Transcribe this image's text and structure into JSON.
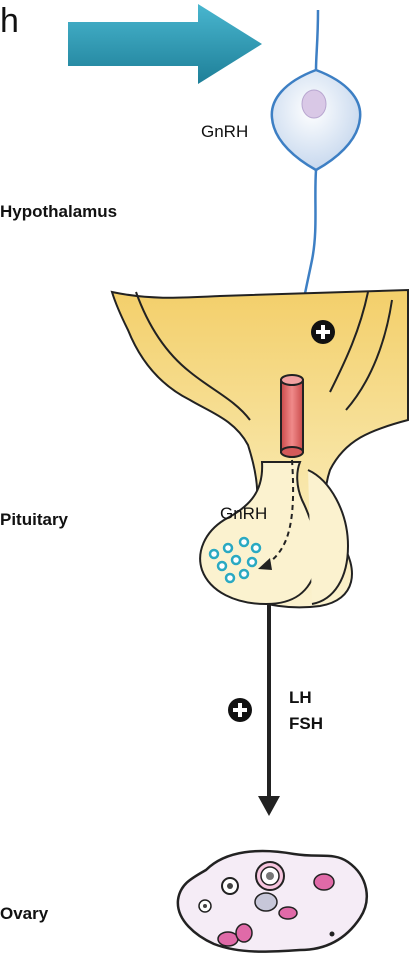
{
  "corner_text": "h",
  "labels": {
    "hypothalamus": "Hypothalamus",
    "pituitary": "Pituitary",
    "ovary": "Ovary",
    "gnrh_neuron": "GnRH",
    "gnrh_pituitary": "GnRH",
    "lh": "LH",
    "fsh": "FSH",
    "plus_sign": "+"
  },
  "colors": {
    "pointer_arrow": "#2c9bb8",
    "neuron": "#3d7fc4",
    "neuron_fill": "#dfe9f6",
    "hypothalamus_fill": "#f5d98a",
    "pituitary_fill": "#fbf2cf",
    "portal_vessel": "#e06a6a",
    "granules": "#3fb3c7",
    "ovary_fill": "#f5ecf6",
    "follicle_pink": "#e06aa8"
  },
  "icons": [
    "pointer-arrow-icon",
    "stimulation-plus-icon"
  ]
}
